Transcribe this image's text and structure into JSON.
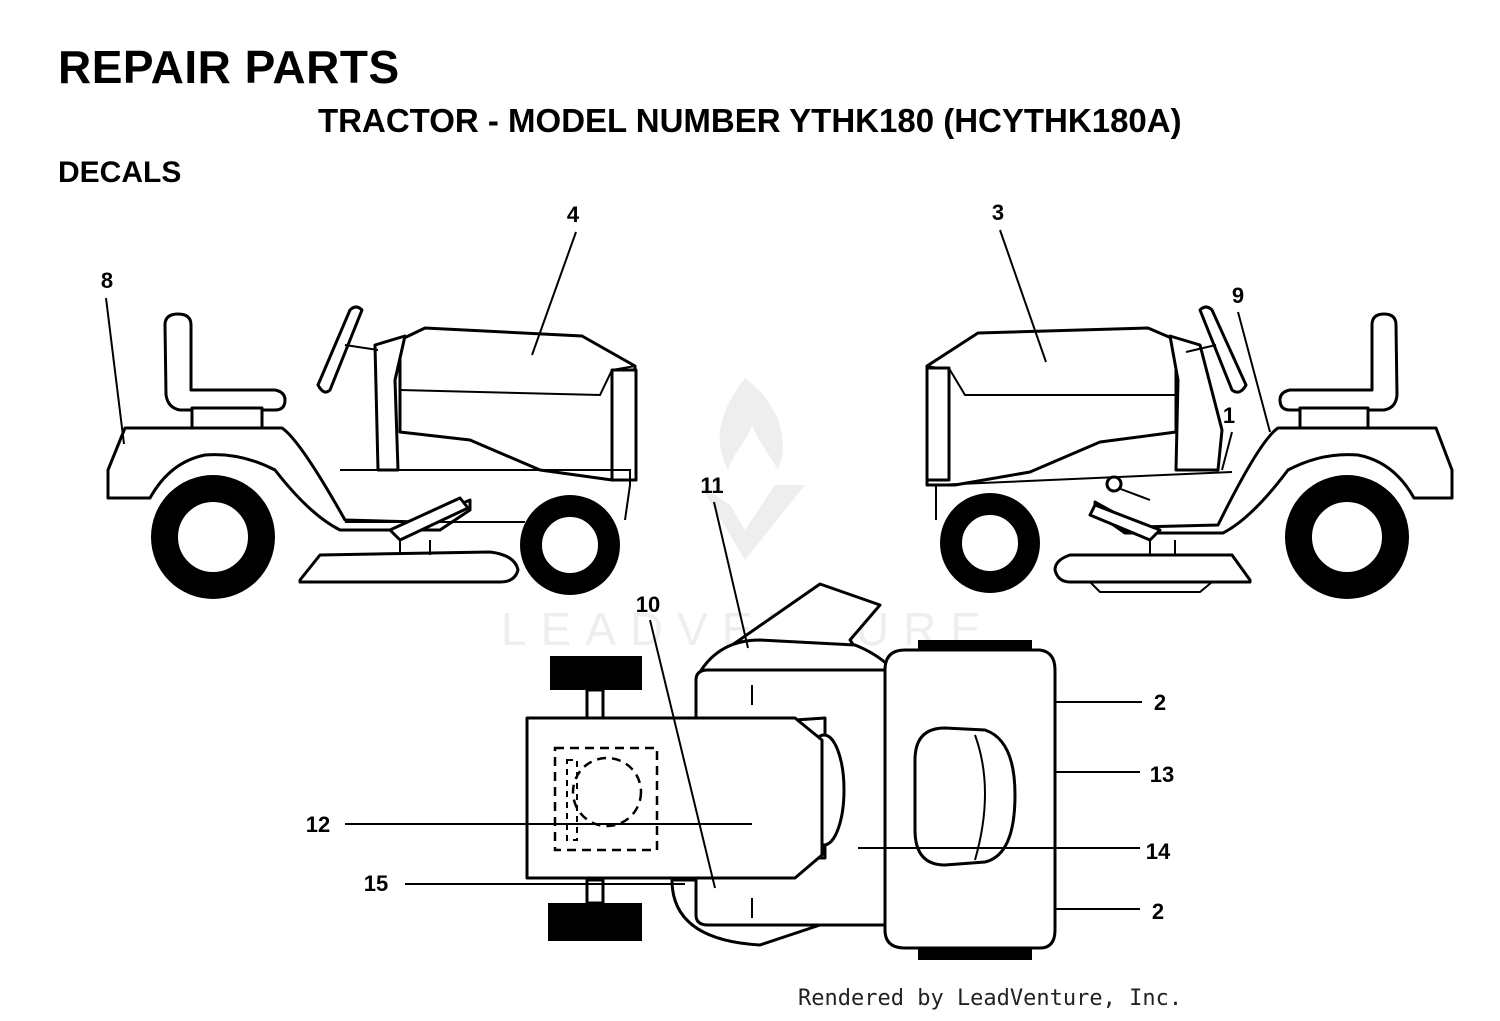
{
  "header": {
    "title": "REPAIR PARTS",
    "subtitle": "TRACTOR - MODEL NUMBER YTHK180 (HCYTHK180A)",
    "section": "DECALS"
  },
  "callouts": {
    "c1": "1",
    "c2a": "2",
    "c2b": "2",
    "c3": "3",
    "c4": "4",
    "c8": "8",
    "c9": "9",
    "c10": "10",
    "c11": "11",
    "c12": "12",
    "c13": "13",
    "c14": "14",
    "c15": "15"
  },
  "watermark": "LEADVENTURE",
  "footer": {
    "credit": "Rendered by LeadVenture, Inc."
  }
}
